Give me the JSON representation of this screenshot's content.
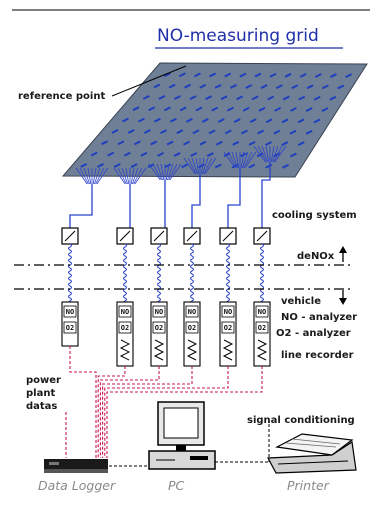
{
  "title": "NO-measuring grid",
  "labels": {
    "reference_point": "reference point",
    "cooling_system": "cooling system",
    "denox": "deNOx",
    "vehicle": "vehicle",
    "no_analyzer": "NO - analyzer",
    "o2_analyzer": "O2 - analyzer",
    "line_recorder": "line recorder",
    "power_plant": [
      "power",
      "plant",
      "datas"
    ],
    "signal_conditioning": "signal conditioning"
  },
  "unit_texts": {
    "no": "NO",
    "o2": "O2"
  },
  "captions": {
    "data_logger": "Data Logger",
    "pc": "PC",
    "printer": "Printer"
  },
  "colors": {
    "title": "#1f2fa8",
    "grid": "#6f7f95",
    "probe": "#1e3fbf",
    "pipe": "#2b43c9",
    "data_line": "#c8174f",
    "caption": "#8a8a8a"
  },
  "icons": {
    "arrow_up": "arrow-up-icon",
    "arrow_down": "arrow-down-icon",
    "cooler": "cooler-box-icon",
    "recorder": "zigzag-recorder-icon"
  }
}
